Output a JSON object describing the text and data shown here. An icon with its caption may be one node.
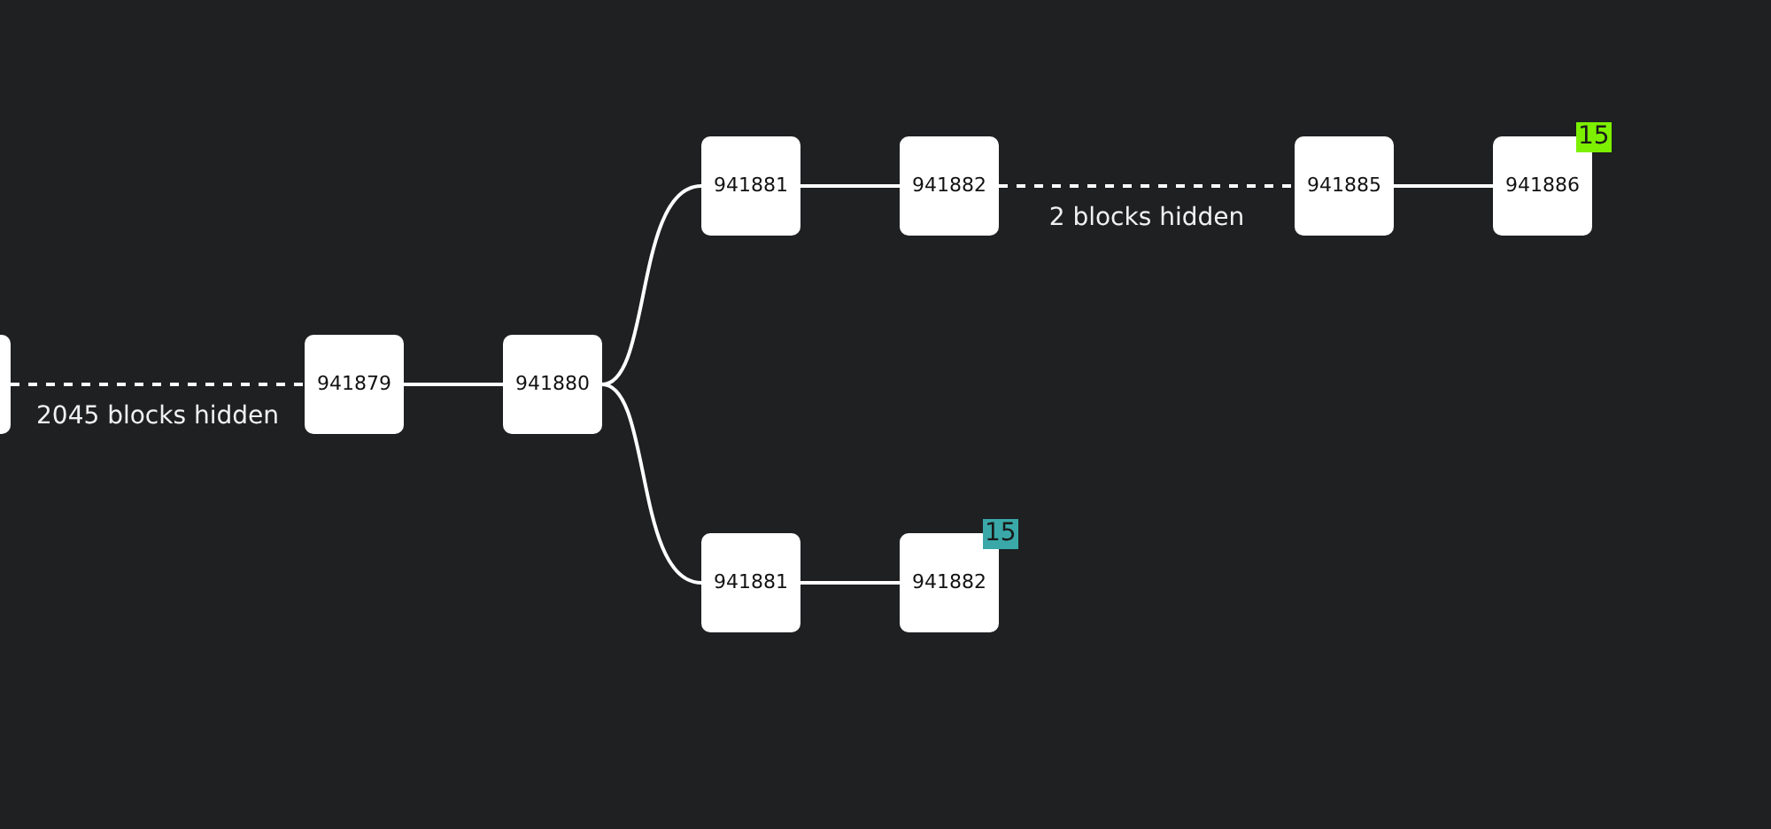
{
  "diagram": {
    "nodes": [
      {
        "text": [],
        "shape": "box"
      },
      {
        "text": [
          "941879"
        ]
      },
      {
        "text": [
          "941880"
        ]
      },
      {
        "text": [
          "941881"
        ]
      },
      {
        "text": [
          "941882"
        ]
      },
      {
        "text": [
          "941885"
        ]
      },
      {
        "text": [
          "941886"
        ],
        "beside": [
          "15"
        ]
      },
      {
        "text": [
          "941881"
        ]
      },
      {
        "text": [
          "941882"
        ],
        "beside": [
          "15"
        ]
      }
    ],
    "edges": [
      {
        "from": 0,
        "to": 1,
        "arrow": "none",
        "style": "dashed",
        "label": "2045 blocks hidden"
      },
      {
        "from": 1,
        "to": 2,
        "arrow": "none"
      },
      {
        "from": 2,
        "to": 3,
        "arrow": "none"
      },
      {
        "from": 3,
        "to": 4,
        "arrow": "none"
      },
      {
        "from": 4,
        "to": 5,
        "arrow": "none",
        "style": "dashed",
        "label": "2 blocks hidden"
      },
      {
        "from": 5,
        "to": 6,
        "arrow": "none"
      },
      {
        "from": 2,
        "to": 7,
        "arrow": "none"
      },
      {
        "from": 7,
        "to": 8,
        "arrow": "none"
      }
    ]
  }
}
